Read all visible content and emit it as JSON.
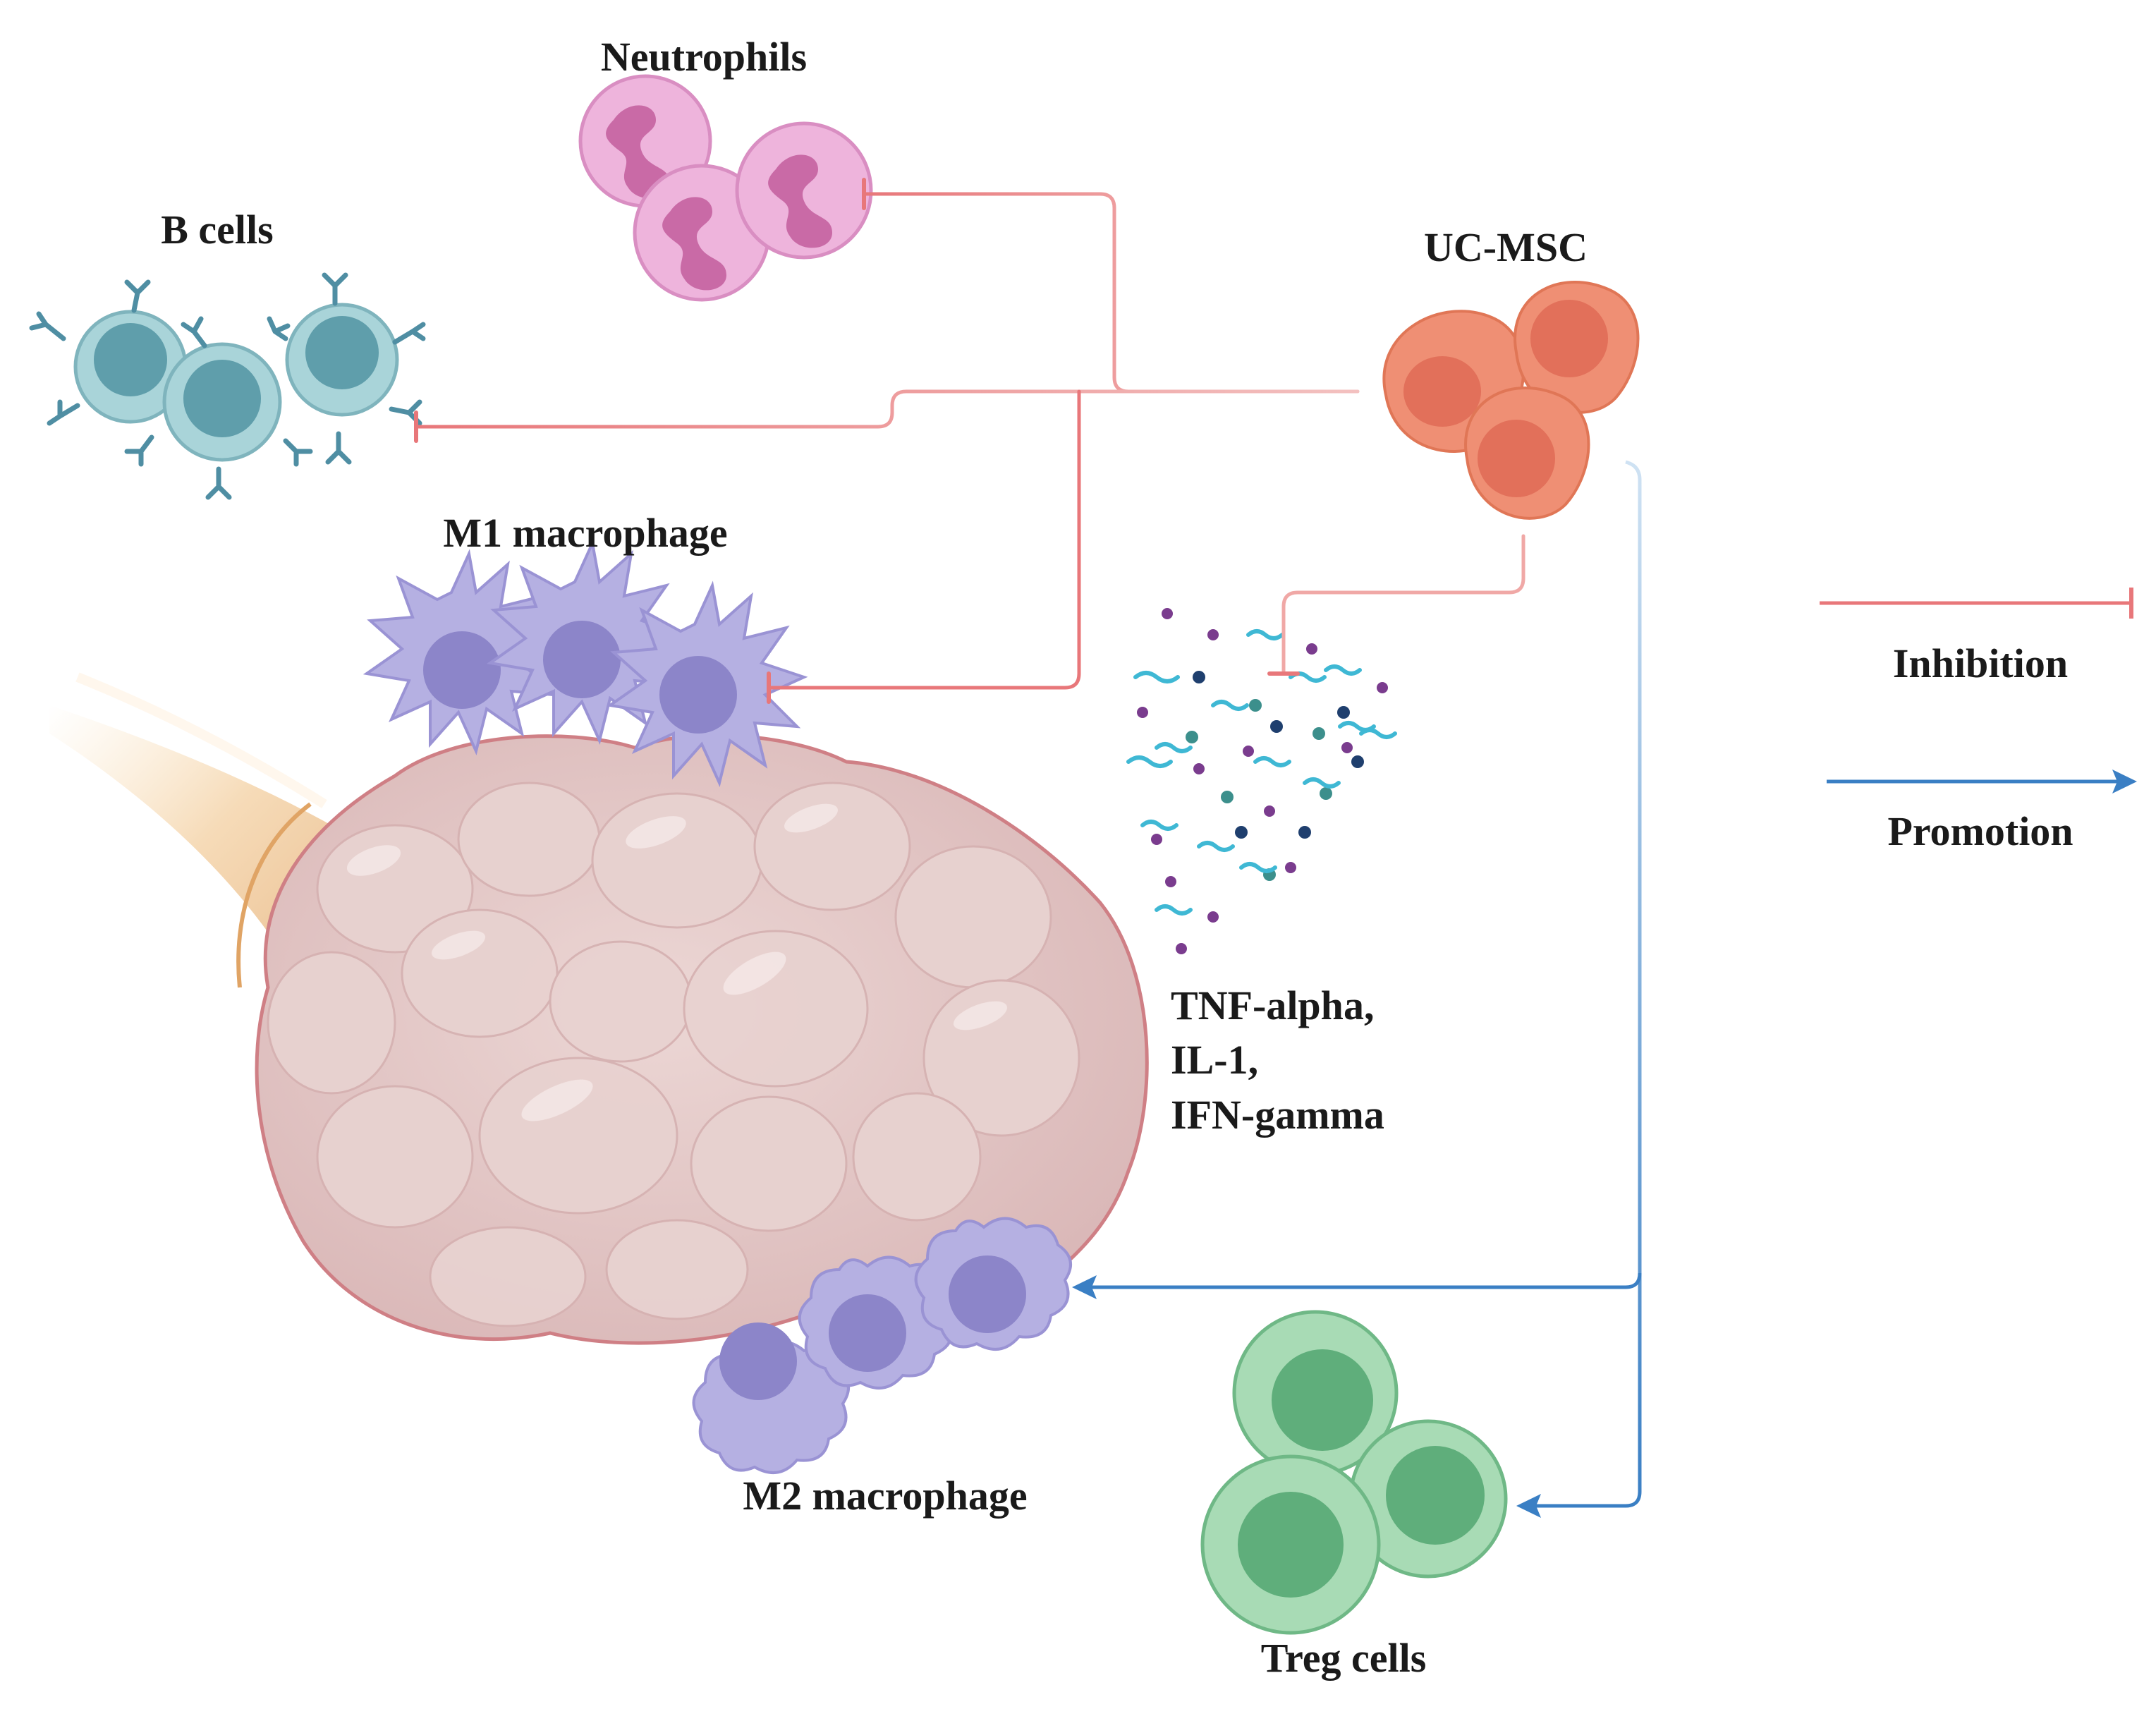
{
  "labels": {
    "neutrophils": "Neutrophils",
    "b_cells": "B cells",
    "uc_msc": "UC-MSC",
    "m1_macrophage": "M1 macrophage",
    "m2_macrophage": "M2 macrophage",
    "treg_cells": "Treg cells",
    "cytokines": [
      "TNF-alpha,",
      "IL-1,",
      "IFN-gamma"
    ]
  },
  "legend": {
    "inhibition": "Inhibition",
    "promotion": "Promotion"
  },
  "colors": {
    "inhibition": "#e8777a",
    "promotion": "#3a7fc4",
    "neutrophil": "#e9a6d2",
    "b_cell": "#8cc3cb",
    "uc_msc": "#ee8a6e",
    "macrophage": "#b6b0e0",
    "treg": "#8fd0a3",
    "tissue": "#e0c3c3"
  }
}
